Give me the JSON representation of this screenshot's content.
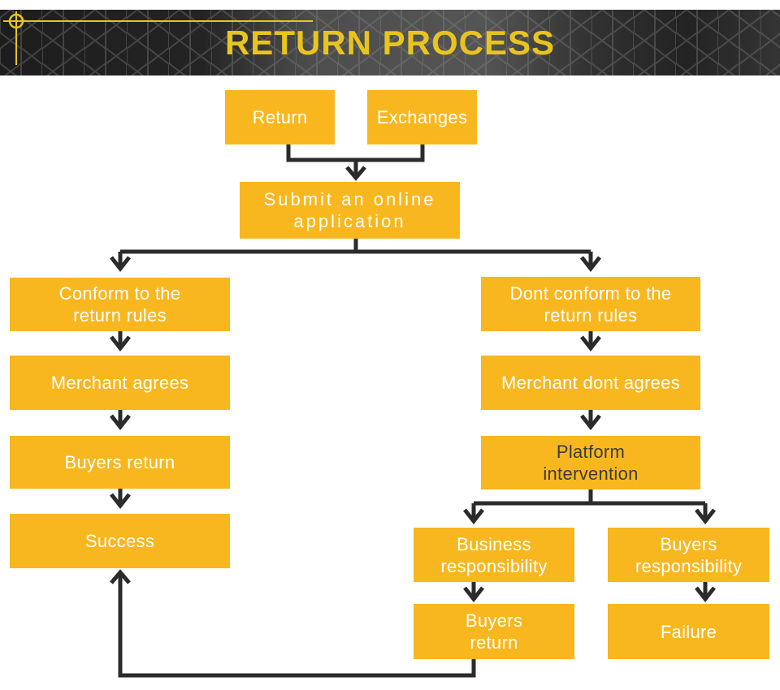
{
  "header": {
    "title": "RETURN PROCESS"
  },
  "flowchart": {
    "colors": {
      "node_fill": "#F8B71E",
      "node_text": "#FFFFFF",
      "node_text_dark": "#3C3C3C",
      "connector": "#2B2B2B",
      "title_accent": "#E8C51E"
    },
    "nodes": {
      "return": {
        "label": "Return"
      },
      "exchanges": {
        "label": "Exchanges"
      },
      "submit_application": {
        "label": "Submit an online\napplication"
      },
      "conform_rules": {
        "label": "Conform to the\nreturn rules"
      },
      "merchant_agrees": {
        "label": "Merchant agrees"
      },
      "buyers_return_left": {
        "label": "Buyers return"
      },
      "success": {
        "label": "Success"
      },
      "dont_conform_rules": {
        "label": "Dont conform to the\nreturn rules"
      },
      "merchant_dont_agrees": {
        "label": "Merchant dont agrees"
      },
      "platform_intervention": {
        "label": "Platform\nintervention"
      },
      "business_responsibility": {
        "label": "Business\nresponsibility"
      },
      "buyers_responsibility": {
        "label": "Buyers\nresponsibility"
      },
      "buyers_return_bottom": {
        "label": "Buyers\nreturn"
      },
      "failure": {
        "label": "Failure"
      }
    }
  }
}
